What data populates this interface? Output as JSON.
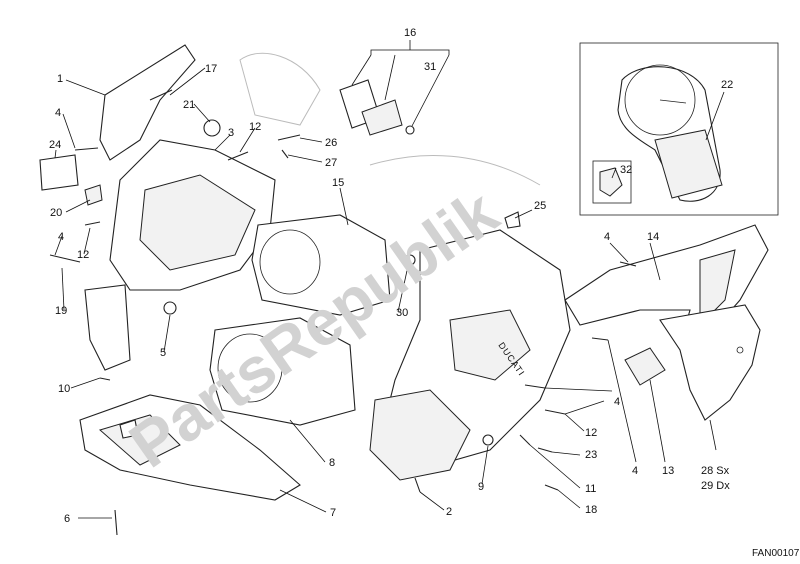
{
  "diagram": {
    "labels": [
      "1",
      "17",
      "21",
      "3",
      "12",
      "26",
      "27",
      "4",
      "24",
      "20",
      "12",
      "4",
      "19",
      "5",
      "10",
      "6",
      "16",
      "31",
      "15",
      "25",
      "30",
      "7",
      "8",
      "9",
      "2",
      "22",
      "32",
      "4",
      "14",
      "4",
      "12",
      "23",
      "11",
      "18",
      "13",
      "4",
      "28 Sx",
      "29 Dx"
    ],
    "watermark": "PartsRepublik",
    "ducati_text": "DUCATI",
    "ref_code": "FAN00107",
    "colors": {
      "line": "#222222",
      "watermark": "#d2d2d2"
    }
  }
}
